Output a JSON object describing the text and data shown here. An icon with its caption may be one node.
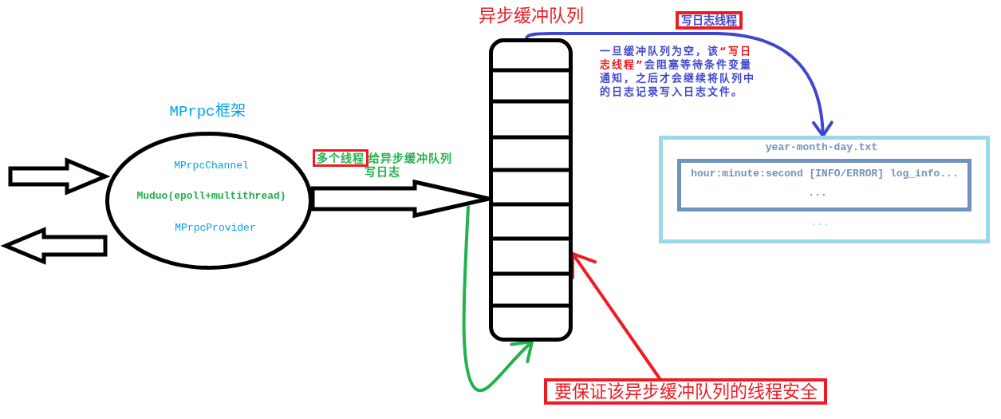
{
  "diagram": {
    "nodes": [
      {
        "text": [
          "MPrpc框架",
          "MPrpcChannel",
          "Muduo(epoll+multithread)",
          "MPrpcProvider"
        ]
      },
      {
        "text": [
          "异步缓冲队列"
        ]
      },
      {
        "text": [
          "year-month-day.txt",
          "..."
        ]
      },
      {
        "text": [
          "hour:minute:second [INFO/ERROR] log_info...",
          "..."
        ],
        "in": 2
      },
      {
        "text": [
          "要保证该异步缓冲队列的线程安全"
        ]
      }
    ],
    "edges": [
      {
        "from": null,
        "to": 0,
        "arrow": "to",
        "style": "thick"
      },
      {
        "from": 0,
        "to": null,
        "arrow": "to",
        "style": "thick"
      },
      {
        "from": 0,
        "to": 1,
        "arrow": "to",
        "style": "thick",
        "label": "**多个线程**给异步缓冲队列写日志"
      },
      {
        "from": 1,
        "to": 2,
        "arrow": "to",
        "label": "写日志线程",
        "color": "#3f48cc"
      },
      {
        "from": null,
        "to": 1,
        "arrow": "to",
        "color": "#22b14c"
      },
      {
        "from": 4,
        "to": 1,
        "arrow": "to",
        "color": "#ed1c24"
      }
    ],
    "labels": [
      "一旦缓冲队列为空，该**“写日志线程”**会阻塞等待条件变量通知，之后才会继续将队列中的日志记录写入日志文件。"
    ]
  }
}
